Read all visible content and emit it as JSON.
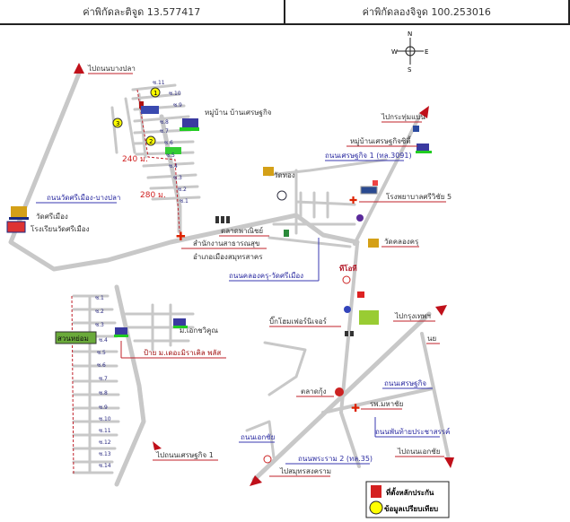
{
  "header": {
    "latitude": "ค่าพิกัดละติจูด 13.577417",
    "longitude": "ค่าพิกัดลองจิจูด 100.253016"
  },
  "compass": {
    "n": "N",
    "s": "S",
    "e": "E",
    "w": "W"
  },
  "labels": {
    "to_bangpla": "ไปถนนบางปลา",
    "rd_srimuang_bangpla": "ถนนวัดศรีเมือง-บางปลา",
    "wat_srimuang": "วัดศรีเมือง",
    "school_srimuang": "โรงเรียนวัดศรีเมือง",
    "village_setthakit": "หมู่บ้าน บ้านเศรษฐกิจ",
    "dist_240": "240 ม.",
    "dist_280": "280 ม.",
    "wat_thong": "วัดทอง",
    "market": "ตลาดพาณิชย์",
    "health_office_1": "สำนักงานสาธารณสุข",
    "health_office_2": "อำเภอเมืองสมุทรสาคร",
    "to_krathumbaen": "ไปกระทุ่มแบน",
    "village_city": "หมู่บ้านเศรษฐกิจซิตี้",
    "rd_setthakit1": "ถนนเศรษฐกิจ 1 (ทล.3091)",
    "hospital_sriwichai": "โรงพยาบาลศรีวิชัย 5",
    "wat_khlongkru": "วัดคลองครุ",
    "rd_khlongkru": "ถนนคลองครุ-วัดศรีเมือง",
    "tot": "ทีโอที",
    "bighome": "บิ๊กโฮมเฟอร์นิเจอร์",
    "to_bangkok": "ไปกรุงเทพฯ",
    "junction": "นย",
    "ekachai_village": "ม.เอกชวิคูณ",
    "miracle_sign": "ป้าย ม.เดอะมิราเคิล พลัส",
    "park": "สวนหย่อม",
    "shrimp_market": "ตลาดกุ้ง",
    "mahachai_hosp": "รพ.มหาชัย",
    "rd_setthakit": "ถนนเศรษฐกิจ",
    "rd_prachasan": "ถนนพันท้ายประชาสรรค์",
    "to_setthakit1": "ไปถนนเศรษฐกิจ 1",
    "rd_ekachai_small": "ถนนเอกชัย",
    "rd_rama2": "ถนนพระราม 2 (ทล.35)",
    "to_samutsongkhram": "ไปสมุทรสงคราม",
    "to_ekachai": "ไปถนนเอกชัย"
  },
  "sois_north": [
    "ซ.11",
    "ซ.10",
    "ซ.9",
    "ซ.8",
    "ซ.7",
    "ซ.6",
    "ซ.5",
    "ซ.4",
    "ซ.3",
    "ซ.2",
    "ซ.1"
  ],
  "sois_south": [
    "ซ.1",
    "ซ.2",
    "ซ.3",
    "ซ.4",
    "ซ.5",
    "ซ.6",
    "ซ.7",
    "ซ.8",
    "ซ.9",
    "ซ.10",
    "ซ.11",
    "ซ.12",
    "ซ.13",
    "ซ.14"
  ],
  "markers": [
    "1",
    "2",
    "3"
  ],
  "legend": {
    "collateral": "ที่ตั้งหลักประกัน",
    "comparison": "ข้อมูลเปรียบเทียบ"
  },
  "colors": {
    "road": "#c8c8c8",
    "arrow": "#c0101a",
    "legend_red": "#d42020",
    "legend_yellow": "#ffff00"
  }
}
